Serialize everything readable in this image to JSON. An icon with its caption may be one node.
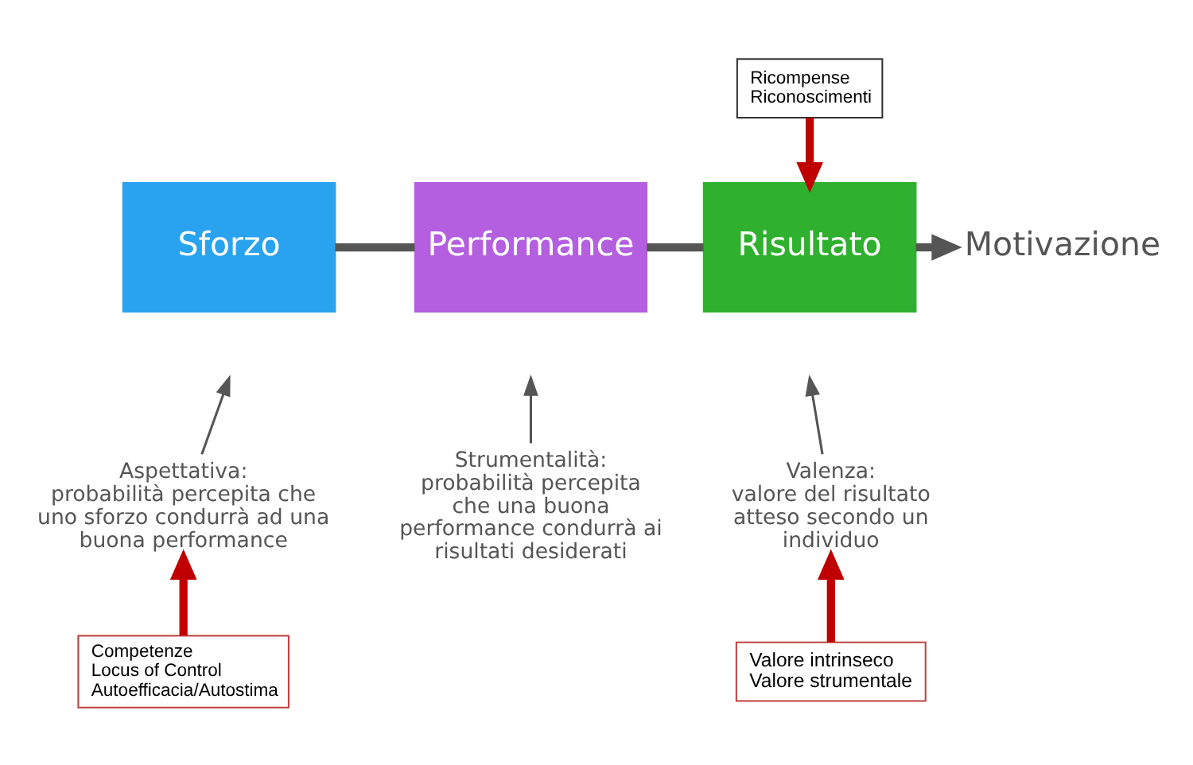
{
  "diagram": {
    "nodes": [
      {
        "text": [
          "Sforzo"
        ]
      },
      {
        "text": [
          "Performance"
        ]
      },
      {
        "text": [
          "Risultato"
        ]
      },
      {
        "text": [
          "Motivazione"
        ]
      },
      {
        "text": [
          "Ricompense",
          "Riconoscimenti"
        ]
      },
      {
        "text": [
          "Aspettativa:",
          "probabilità percepita che uno sforzo condurrà ad una buona performance"
        ]
      },
      {
        "text": [
          "Strumentalità:",
          "probabilità percepita che una buona performance condurrà ai risultati desiderati"
        ]
      },
      {
        "text": [
          "Valenza:",
          "valore del risultato atteso secondo un individuo"
        ]
      },
      {
        "text": [
          "Competenze",
          "Locus of Control",
          "Autoefficacia/Autostima"
        ]
      },
      {
        "text": [
          "Valore intrinseco",
          "Valore strumentale"
        ]
      }
    ],
    "edges": [
      {
        "from": 0,
        "to": 1,
        "arrow": "none"
      },
      {
        "from": 1,
        "to": 2,
        "arrow": "none"
      },
      {
        "from": 2,
        "to": 3,
        "arrow": "to"
      },
      {
        "from": 4,
        "to": 2,
        "arrow": "to",
        "color": "#c00000"
      },
      {
        "from": 5,
        "to": null,
        "arrow": "to"
      },
      {
        "from": 6,
        "to": null,
        "arrow": "to"
      },
      {
        "from": 7,
        "to": null,
        "arrow": "to"
      },
      {
        "from": 8,
        "to": 5,
        "arrow": "to",
        "color": "#c00000"
      },
      {
        "from": 9,
        "to": 7,
        "arrow": "to",
        "color": "#c00000"
      }
    ]
  }
}
